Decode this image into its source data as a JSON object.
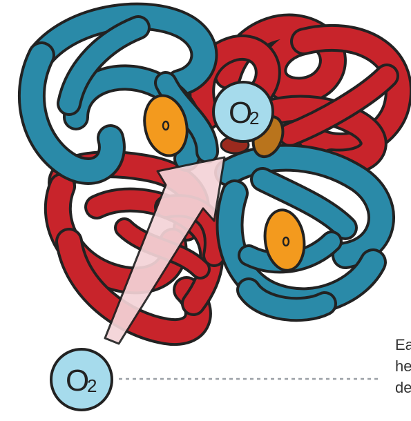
{
  "molecules": {
    "bound_o2": {
      "label": "O",
      "subscript": "2"
    },
    "free_o2": {
      "label": "O",
      "subscript": "2"
    }
  },
  "caption": {
    "lines": [
      "Ea",
      "he",
      "de"
    ]
  },
  "colors": {
    "alpha_chain": "#c8242b",
    "beta_chain": "#2a8aa8",
    "heme": "#f39a1e",
    "o2_fill": "#a6dbec",
    "arrow": "#f4d3d7",
    "outline": "#222222",
    "leader_line": "#9aa0a6"
  },
  "icons": [
    "oxygen-molecule-icon",
    "heme-group-icon",
    "binding-arrow-icon"
  ]
}
